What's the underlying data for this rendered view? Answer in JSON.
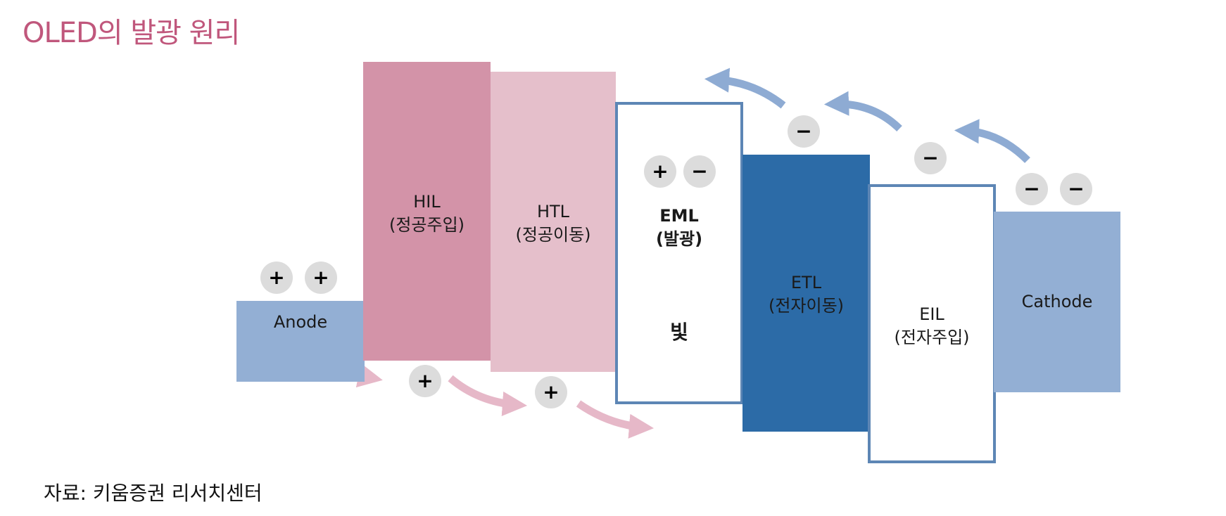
{
  "title": "OLED의 발광 원리",
  "source": "자료: 키움증권 리서치센터",
  "colors": {
    "title": "#c0577c",
    "anode": "#93afd4",
    "hil": "#d393a8",
    "htl": "#e5bfcb",
    "eml_border": "#5d86b5",
    "etl": "#2c6ba7",
    "eil_border": "#5d86b5",
    "cathode": "#93afd4",
    "hole_arrow": "#e6b8c8",
    "electron_arrow": "#8eabd3",
    "recombination_ring": "#b84e76"
  },
  "layers": {
    "anode": {
      "name": "Anode"
    },
    "hil": {
      "name": "HIL",
      "desc": "(정공주입)"
    },
    "htl": {
      "name": "HTL",
      "desc": "(정공이동)"
    },
    "eml": {
      "name": "EML",
      "desc": "(발광)",
      "light": "빛"
    },
    "etl": {
      "name": "ETL",
      "desc": "(전자이동)"
    },
    "eil": {
      "name": "EIL",
      "desc": "(전자주입)"
    },
    "cathode": {
      "name": "Cathode"
    }
  },
  "charges": {
    "hole": "+",
    "electron": "−"
  }
}
